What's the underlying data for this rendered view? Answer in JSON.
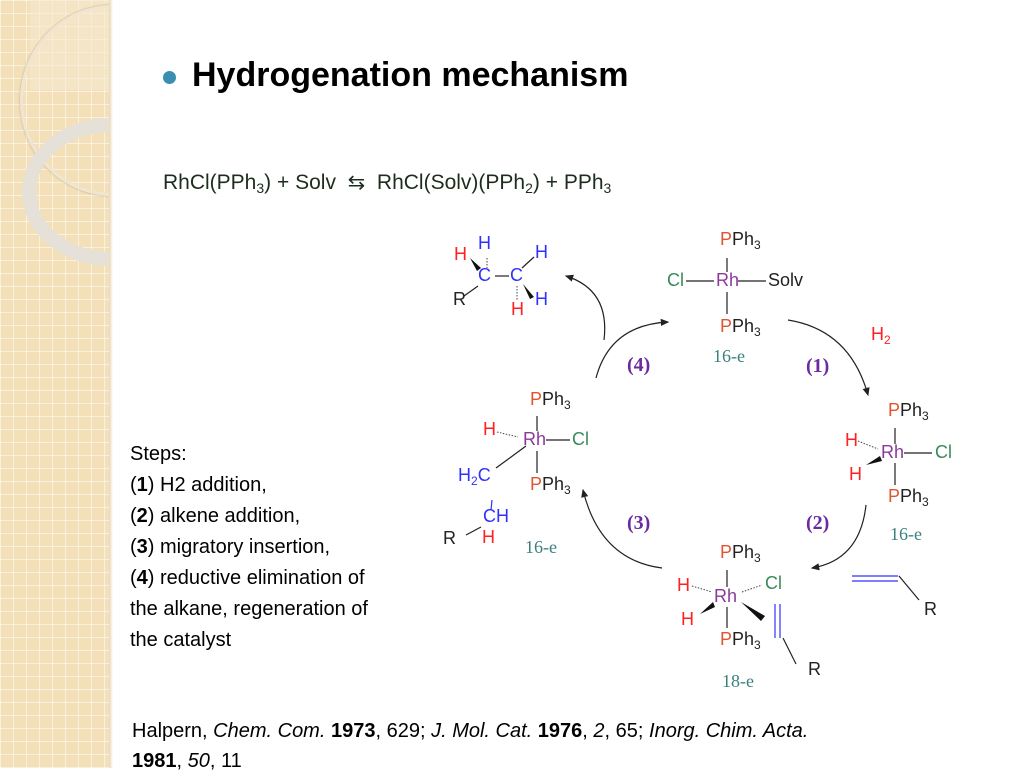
{
  "slide": {
    "title": "Hydrogenation mechanism",
    "equation": {
      "left": "RhCl(PPh",
      "left_sub": "3",
      "left_end": ") + Solv",
      "arrow": "⇆",
      "right1": "RhCl(Solv)(PPh",
      "right1_sub": "2",
      "right1_end": ") + PPh",
      "right2_sub": "3"
    },
    "steps": {
      "heading": "Steps:",
      "items": [
        {
          "num": "1",
          "text": ") H2 addition,"
        },
        {
          "num": "2",
          "text": ") alkene addition,"
        },
        {
          "num": "3",
          "text": ") migratory insertion,"
        },
        {
          "num": "4",
          "text": ") reductive elimination of"
        }
      ],
      "cont1": "the alkane, regeneration of",
      "cont2": "the catalyst"
    },
    "citation": {
      "a": "Halpern, ",
      "b": "Chem. Com.",
      "c": " 1973",
      "d": ", 629; ",
      "e": "J. Mol. Cat.",
      "f": " 1976",
      "g": ", ",
      "h": "2",
      "i": ", 65; ",
      "j": "Inorg. Chim. Acta.",
      "k": "1981",
      "l": ", ",
      "m": "50",
      "n": ", 11"
    }
  },
  "colors": {
    "P": "#e0552f",
    "Rh": "#8b3a9a",
    "Cl": "#3a8a5a",
    "H": "#ff2020",
    "C": "#3030ff",
    "K": "#222222",
    "bullet": "#3a8fb0",
    "step": "#6a2aa0",
    "electron": "#3a8080"
  },
  "diagram": {
    "step_labels": {
      "s1": "(1)",
      "s2": "(2)",
      "s3": "(3)",
      "s4": "(4)"
    },
    "reagent_h2": {
      "t": "H",
      "sub": "2"
    },
    "electron_counts": {
      "top": "16-e",
      "right": "16-e",
      "bottom": "18-e",
      "left": "16-e"
    },
    "labels": {
      "top_p1": [
        {
          "t": "P",
          "c": "P"
        },
        {
          "t": "Ph",
          "c": "K"
        },
        {
          "t": "3",
          "c": "K",
          "s": 1
        }
      ],
      "top_cl": [
        {
          "t": "Cl",
          "c": "Cl"
        }
      ],
      "top_rh": [
        {
          "t": "Rh",
          "c": "Rh"
        }
      ],
      "top_solv": [
        {
          "t": "Solv",
          "c": "K"
        }
      ],
      "top_p2": [
        {
          "t": "P",
          "c": "P"
        },
        {
          "t": "Ph",
          "c": "K"
        },
        {
          "t": "3",
          "c": "K",
          "s": 1
        }
      ],
      "r_p1": [
        {
          "t": "P",
          "c": "P"
        },
        {
          "t": "Ph",
          "c": "K"
        },
        {
          "t": "3",
          "c": "K",
          "s": 1
        }
      ],
      "r_h1": [
        {
          "t": "H",
          "c": "H"
        }
      ],
      "r_rh": [
        {
          "t": "Rh",
          "c": "Rh"
        }
      ],
      "r_cl": [
        {
          "t": "Cl",
          "c": "Cl"
        }
      ],
      "r_h2": [
        {
          "t": "H",
          "c": "H"
        }
      ],
      "r_p2": [
        {
          "t": "P",
          "c": "P"
        },
        {
          "t": "Ph",
          "c": "K"
        },
        {
          "t": "3",
          "c": "K",
          "s": 1
        }
      ],
      "b_p1": [
        {
          "t": "P",
          "c": "P"
        },
        {
          "t": "Ph",
          "c": "K"
        },
        {
          "t": "3",
          "c": "K",
          "s": 1
        }
      ],
      "b_h1": [
        {
          "t": "H",
          "c": "H"
        }
      ],
      "b_rh": [
        {
          "t": "Rh",
          "c": "Rh"
        }
      ],
      "b_cl": [
        {
          "t": "Cl",
          "c": "Cl"
        }
      ],
      "b_h2": [
        {
          "t": "H",
          "c": "H"
        }
      ],
      "b_p2": [
        {
          "t": "P",
          "c": "P"
        },
        {
          "t": "Ph",
          "c": "K"
        },
        {
          "t": "3",
          "c": "K",
          "s": 1
        }
      ],
      "b_r": [
        {
          "t": "R",
          "c": "K"
        }
      ],
      "alk_r": [
        {
          "t": "R",
          "c": "K"
        }
      ],
      "l_p1": [
        {
          "t": "P",
          "c": "P"
        },
        {
          "t": "Ph",
          "c": "K"
        },
        {
          "t": "3",
          "c": "K",
          "s": 1
        }
      ],
      "l_h": [
        {
          "t": "H",
          "c": "H"
        }
      ],
      "l_rh": [
        {
          "t": "Rh",
          "c": "Rh"
        }
      ],
      "l_cl": [
        {
          "t": "Cl",
          "c": "Cl"
        }
      ],
      "l_h2c": [
        {
          "t": "H",
          "c": "C"
        },
        {
          "t": "2",
          "c": "C",
          "s": 1
        },
        {
          "t": "C",
          "c": "C"
        }
      ],
      "l_p2": [
        {
          "t": "P",
          "c": "P"
        },
        {
          "t": "Ph",
          "c": "K"
        },
        {
          "t": "3",
          "c": "K",
          "s": 1
        }
      ],
      "l_ch": [
        {
          "t": "CH",
          "c": "C"
        }
      ],
      "l_r": [
        {
          "t": "R",
          "c": "K"
        }
      ],
      "l_h3": [
        {
          "t": "H",
          "c": "H"
        }
      ],
      "p_h1": [
        {
          "t": "H",
          "c": "H"
        }
      ],
      "p_h2": [
        {
          "t": "H",
          "c": "C"
        }
      ],
      "p_c1": [
        {
          "t": "C",
          "c": "C"
        }
      ],
      "p_c2": [
        {
          "t": "C",
          "c": "C"
        }
      ],
      "p_h3": [
        {
          "t": "H",
          "c": "C"
        }
      ],
      "p_r": [
        {
          "t": "R",
          "c": "K"
        }
      ],
      "p_h4": [
        {
          "t": "H",
          "c": "H"
        }
      ],
      "p_h5": [
        {
          "t": "H",
          "c": "C"
        }
      ]
    }
  }
}
